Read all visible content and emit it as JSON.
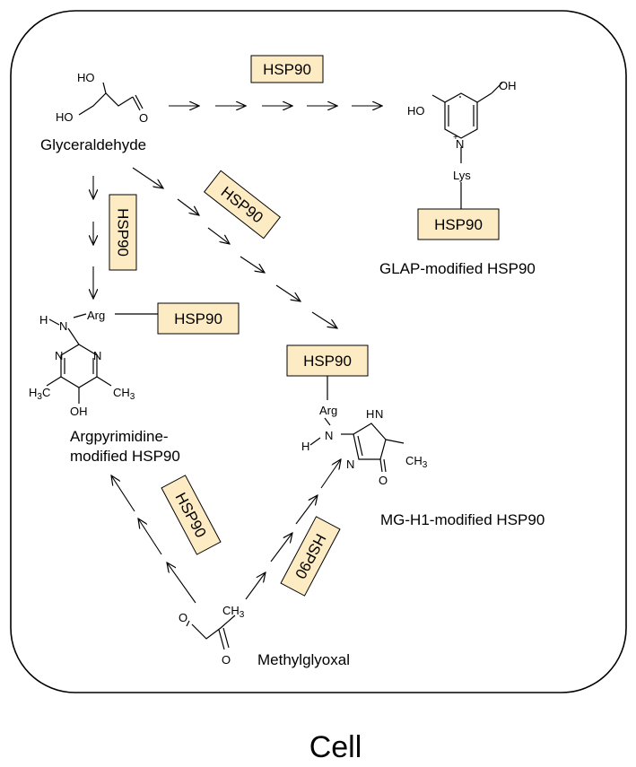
{
  "cell_label": "Cell",
  "hsp_label": "HSP90",
  "compounds": {
    "glyceraldehyde": {
      "name": "Glyceraldehyde",
      "atoms": {
        "ho_top": "HO",
        "ho_left": "HO",
        "o": "O"
      }
    },
    "methylglyoxal": {
      "name": "Methylglyoxal",
      "atoms": {
        "o1": "O",
        "o2": "O",
        "ch3": "CH",
        "ch3_sub": "3"
      }
    },
    "glap": {
      "name": "GLAP-modified HSP90",
      "atoms": {
        "ho": "HO",
        "oh": "OH",
        "n": "N",
        "plus": "+",
        "lys": "Lys"
      }
    },
    "argpyrimidine": {
      "name_line1": "Argpyrimidine-",
      "name_line2": "modified HSP90",
      "atoms": {
        "h": "H",
        "n_amine": "N",
        "arg": "Arg",
        "n1": "N",
        "n2": "N",
        "h3c": "H",
        "h3c_sub": "3",
        "h3c_c": "C",
        "ch3": "CH",
        "ch3_sub": "3",
        "oh": "OH"
      }
    },
    "mgh1": {
      "name": "MG-H1-modified HSP90",
      "atoms": {
        "arg": "Arg",
        "h": "H",
        "n_amine": "N",
        "nh": "H",
        "nh_n": "N",
        "n_ring": "N",
        "ch3": "CH",
        "ch3_sub": "3",
        "o": "O"
      }
    }
  }
}
